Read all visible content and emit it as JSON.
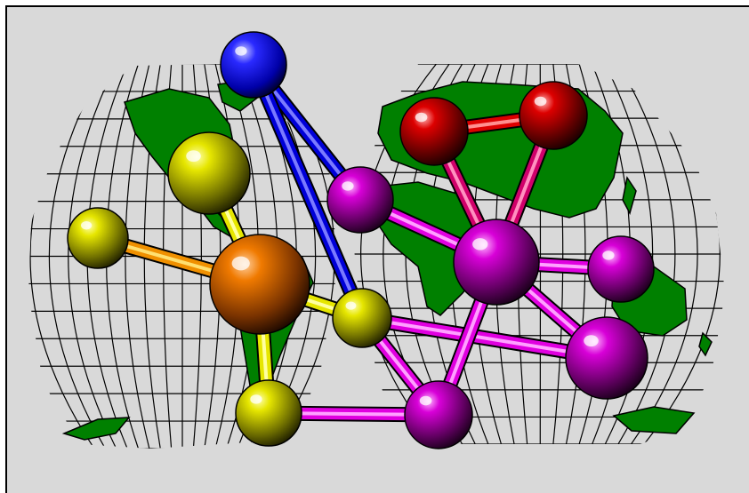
{
  "diagram": {
    "background": "#d9d9d9",
    "land_color": "#008000",
    "graticule_color": "#000000",
    "nodes": [
      {
        "id": "blue",
        "color": "blue"
      },
      {
        "id": "y-big",
        "color": "yellow"
      },
      {
        "id": "y-left",
        "color": "yellow"
      },
      {
        "id": "orange",
        "color": "orange"
      },
      {
        "id": "y-mid",
        "color": "yellow"
      },
      {
        "id": "y-bot",
        "color": "yellow"
      },
      {
        "id": "m-afr",
        "color": "magenta"
      },
      {
        "id": "r-left",
        "color": "red"
      },
      {
        "id": "r-right",
        "color": "red"
      },
      {
        "id": "m-hub",
        "color": "magenta"
      },
      {
        "id": "m-east",
        "color": "magenta"
      },
      {
        "id": "m-se",
        "color": "magenta"
      },
      {
        "id": "m-bot",
        "color": "magenta"
      }
    ],
    "edges": [
      {
        "from": "blue",
        "to": "m-afr",
        "color": "blue"
      },
      {
        "from": "blue",
        "to": "y-mid",
        "color": "blue"
      },
      {
        "from": "y-big",
        "to": "orange",
        "color": "yellow"
      },
      {
        "from": "y-left",
        "to": "orange",
        "color": "yellow-orange"
      },
      {
        "from": "orange",
        "to": "y-mid",
        "color": "yellow"
      },
      {
        "from": "orange",
        "to": "y-bot",
        "color": "yellow"
      },
      {
        "from": "y-bot",
        "to": "m-bot",
        "color": "magenta"
      },
      {
        "from": "y-mid",
        "to": "m-bot",
        "color": "magenta"
      },
      {
        "from": "y-mid",
        "to": "m-se",
        "color": "magenta"
      },
      {
        "from": "m-afr",
        "to": "m-hub",
        "color": "magenta"
      },
      {
        "from": "r-left",
        "to": "m-hub",
        "color": "red-magenta"
      },
      {
        "from": "r-right",
        "to": "m-hub",
        "color": "red-magenta"
      },
      {
        "from": "r-left",
        "to": "r-right",
        "color": "red"
      },
      {
        "from": "m-hub",
        "to": "m-east",
        "color": "magenta"
      },
      {
        "from": "m-hub",
        "to": "m-se",
        "color": "magenta"
      },
      {
        "from": "m-hub",
        "to": "m-bot",
        "color": "magenta"
      }
    ]
  }
}
